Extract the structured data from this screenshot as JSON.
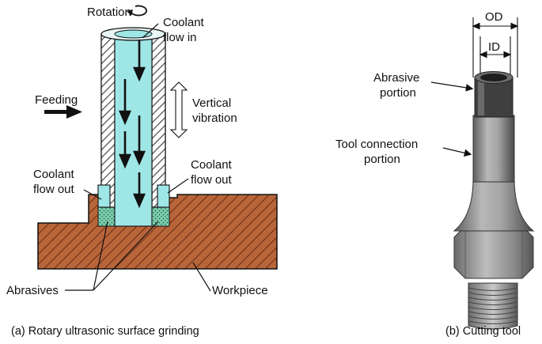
{
  "colors": {
    "coolant": "#9fe6e6",
    "workpiece": "#b9653a",
    "workpiece_hatch": "#6e2f15",
    "tube_hatch": "#555555",
    "abrasive": "#7fd0b0",
    "tool_body": "#9a9a9a",
    "tool_dark": "#5e5e5e",
    "ink": "#111111"
  },
  "icons": {
    "rotation": "rotation-arrow-icon",
    "feed": "feed-arrow-icon",
    "vibration": "double-arrow-icon"
  },
  "left_diagram": {
    "rotation_label": "Rotation",
    "coolant_in_label": [
      "Coolant",
      "flow in"
    ],
    "feeding_label": "Feeding",
    "vibration_label": [
      "Vertical",
      "vibration"
    ],
    "coolant_out_left_label": [
      "Coolant",
      "flow out"
    ],
    "coolant_out_right_label": [
      "Coolant",
      "flow out"
    ],
    "abrasives_label": "Abrasives",
    "workpiece_label": "Workpiece",
    "caption": "(a) Rotary ultrasonic surface grinding"
  },
  "right_diagram": {
    "od_label": "OD",
    "id_label": "ID",
    "abrasive_portion_label": [
      "Abrasive",
      "portion"
    ],
    "connection_portion_label": [
      "Tool connection",
      "portion"
    ],
    "caption": "(b) Cutting tool"
  }
}
